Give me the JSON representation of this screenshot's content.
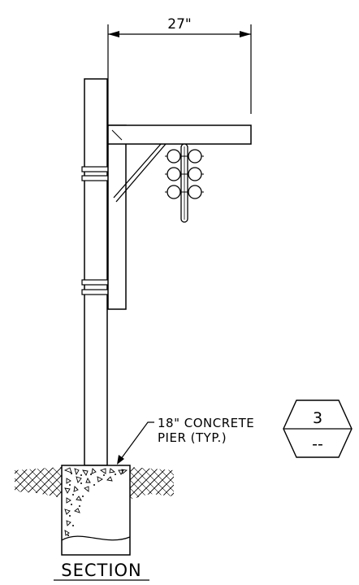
{
  "dimension": {
    "label": "27\""
  },
  "note": {
    "line1": "18\" CONCRETE",
    "line2": "PIER (TYP.)"
  },
  "detail_tag": {
    "top": "3",
    "bottom": "--"
  },
  "section_title": "SECTION",
  "colors": {
    "line": "#000000",
    "background": "#ffffff"
  }
}
